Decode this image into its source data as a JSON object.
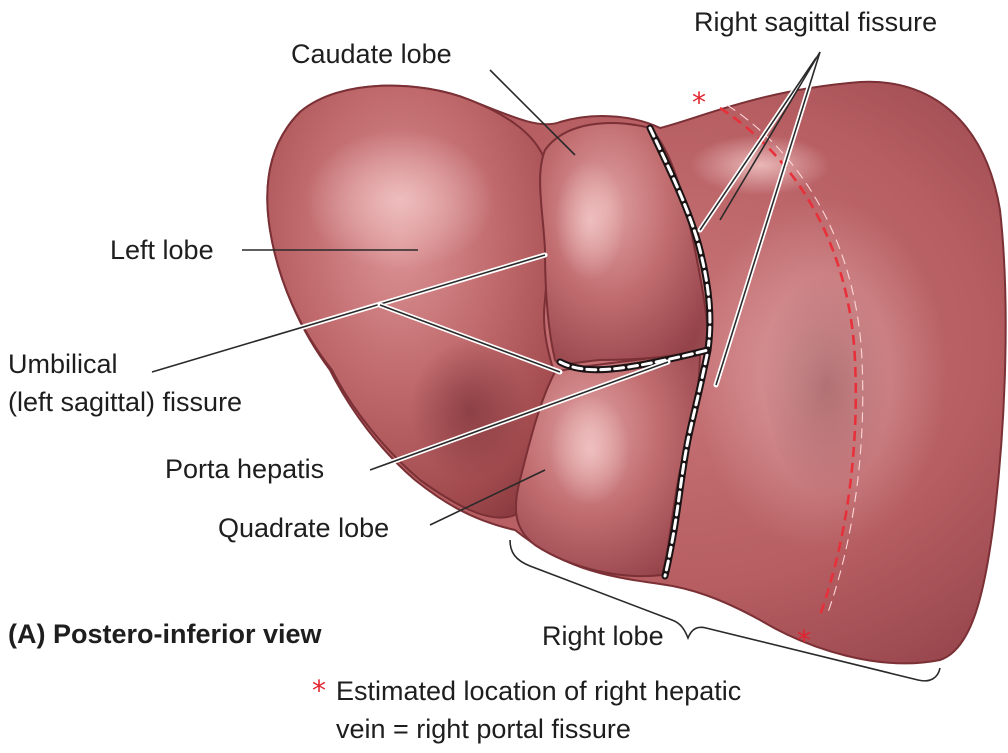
{
  "labels": {
    "caudate_lobe": "Caudate lobe",
    "right_sagittal_fissure": "Right sagittal fissure",
    "left_lobe": "Left lobe",
    "umbilical_line1": "Umbilical",
    "umbilical_line2": "(left sagittal) fissure",
    "porta_hepatis": "Porta hepatis",
    "quadrate_lobe": "Quadrate lobe",
    "right_lobe": "Right lobe"
  },
  "caption": "(A) Postero-inferior view",
  "footnote": {
    "marker": "*",
    "line1": "Estimated location of right hepatic",
    "line2": "vein = right portal fissure"
  },
  "colors": {
    "liver_base": "#b45a5e",
    "liver_highlight": "#e7a9aa",
    "liver_shadow": "#7c3539",
    "fissure_dash": "#ffffff",
    "vein_line": "#e8303a",
    "text": "#1e1e1e"
  }
}
